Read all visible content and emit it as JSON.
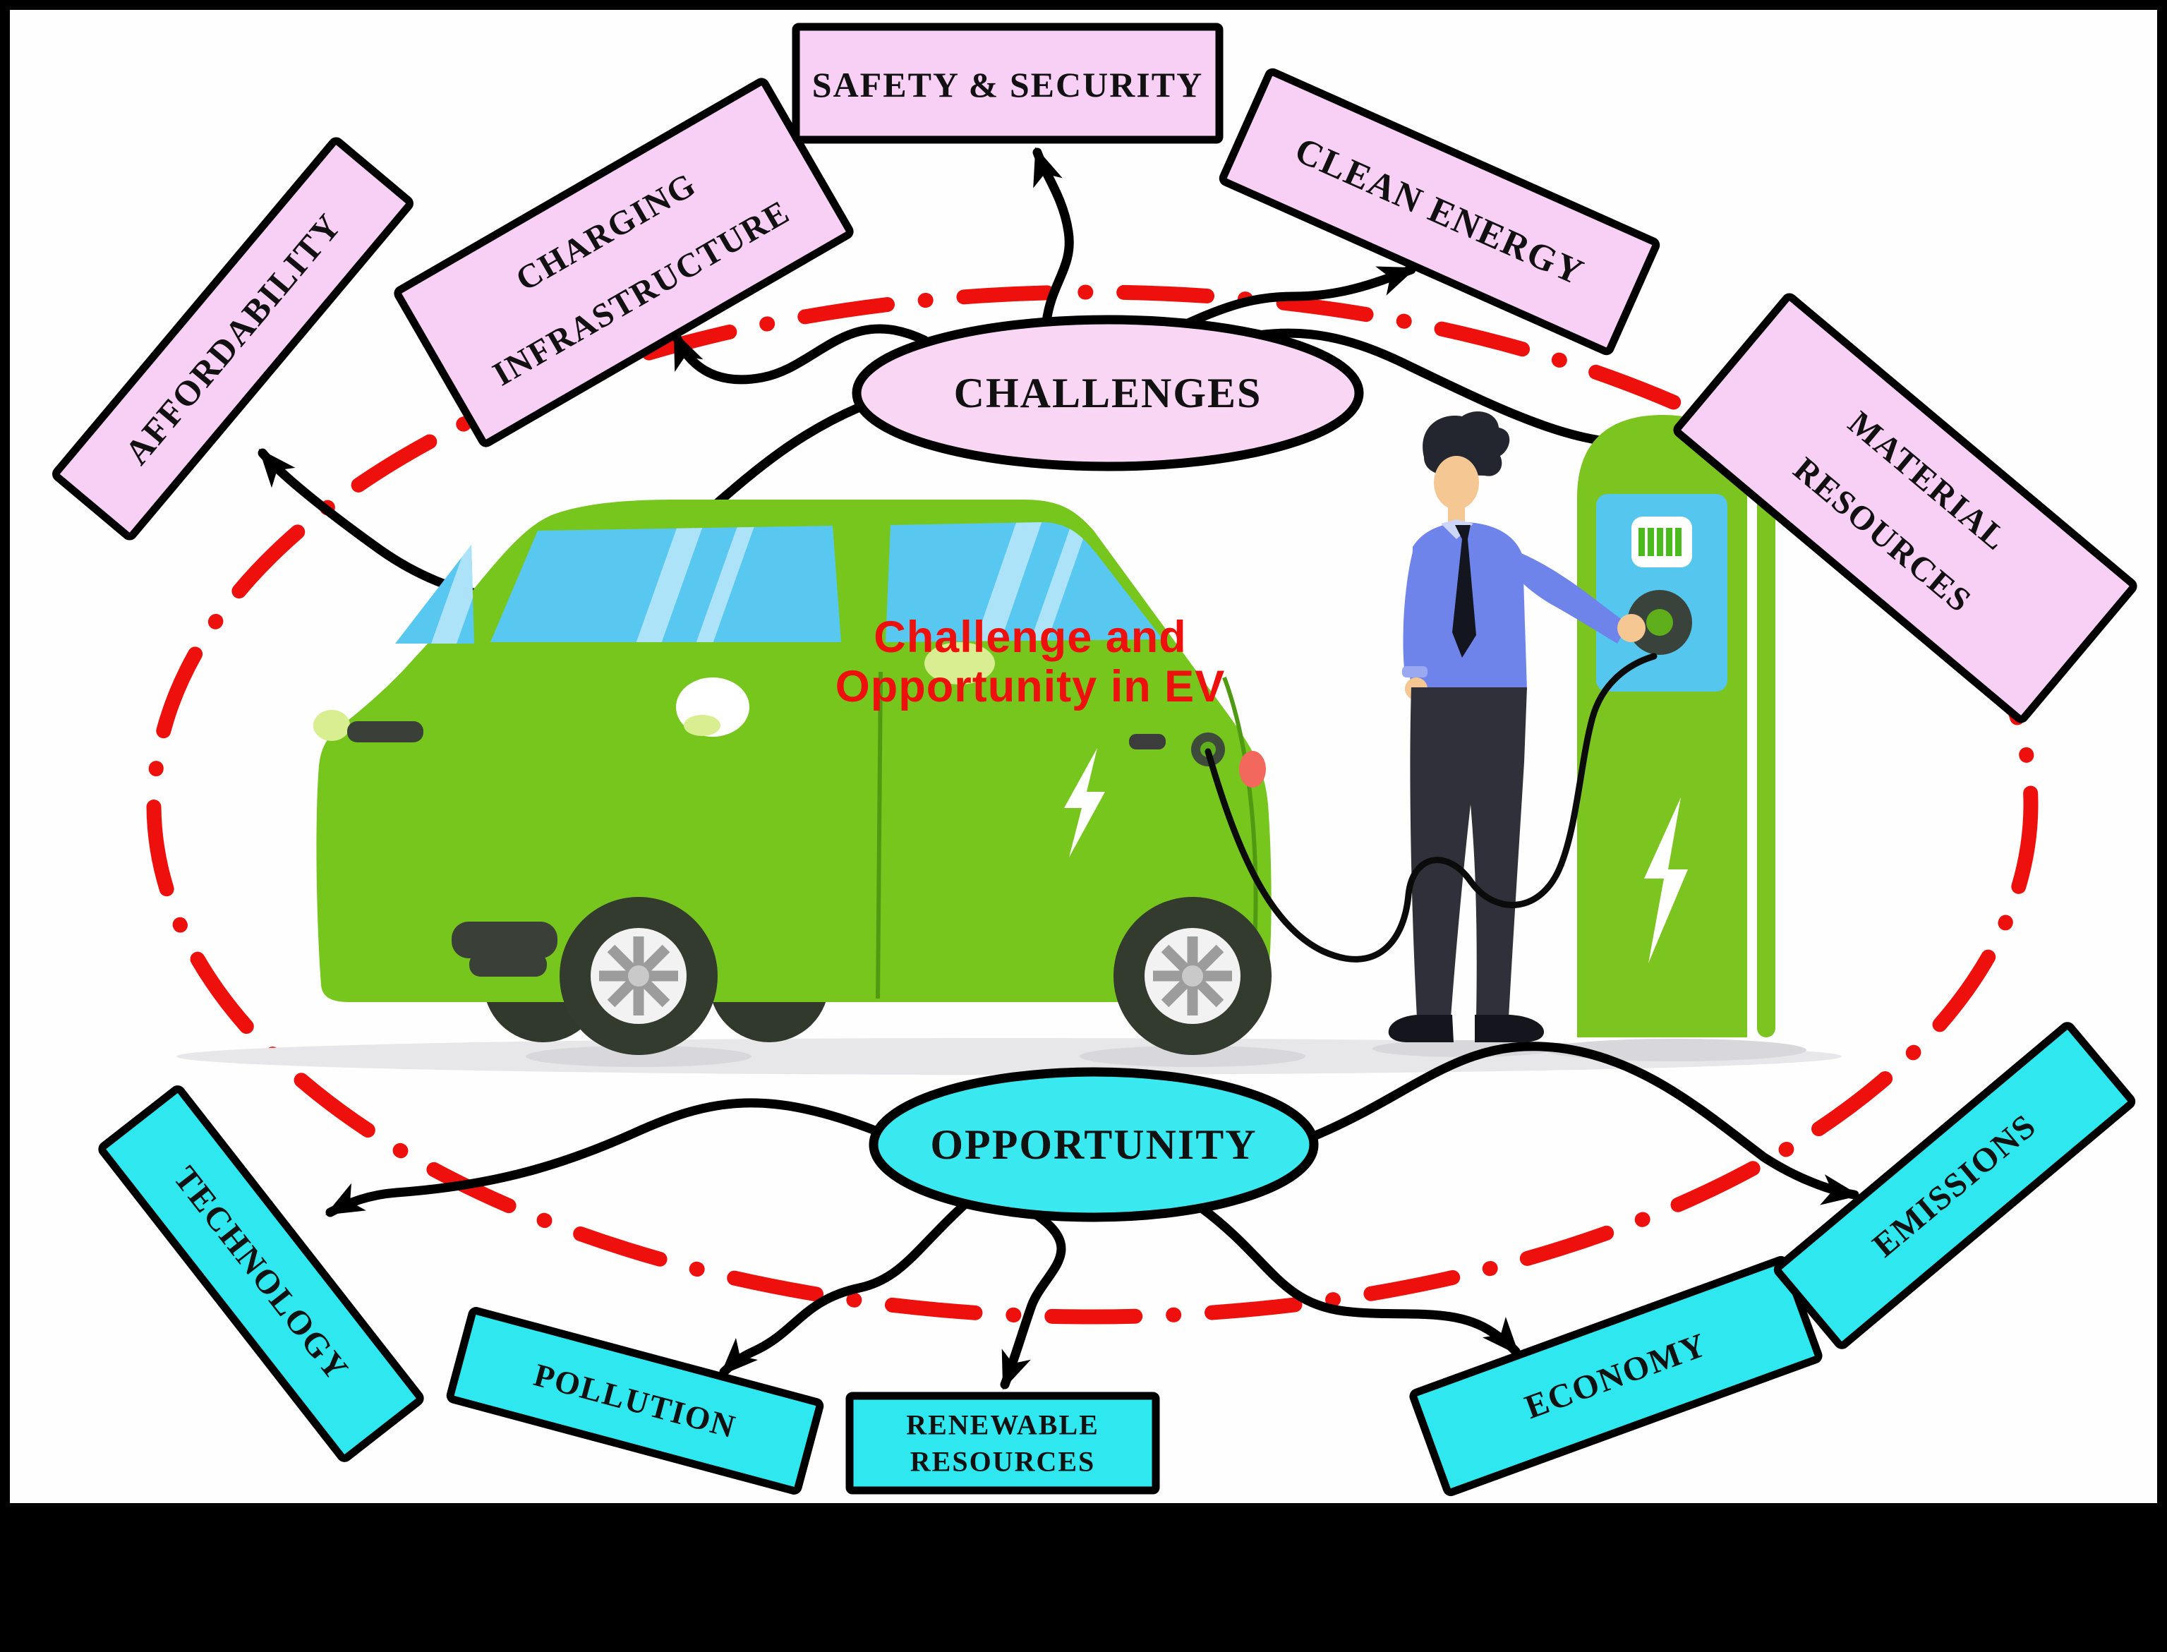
{
  "title": {
    "line1": "Challenge and",
    "line2": "Opportunity in EV"
  },
  "hubs": {
    "challenges": {
      "label": "CHALLENGES"
    },
    "opportunity": {
      "label": "OPPORTUNITY"
    }
  },
  "challenge_factors": {
    "affordability": {
      "label": "AFFORDABILITY"
    },
    "charging_infrastructure": {
      "line1": "CHARGING",
      "line2": "INFRASTRUCTURE"
    },
    "safety_security": {
      "label": "SAFETY & SECURITY"
    },
    "clean_energy": {
      "label": "CLEAN ENERGY"
    },
    "material_resources": {
      "line1": "MATERIAL",
      "line2": "RESOURCES"
    }
  },
  "opportunity_factors": {
    "technology": {
      "label": "TECHNOLOGY"
    },
    "pollution": {
      "label": "POLLUTION"
    },
    "renewable_resources": {
      "line1": "RENEWABLE",
      "line2": "RESOURCES"
    },
    "economy": {
      "label": "ECONOMY"
    },
    "emissions": {
      "label": "EMISSIONS"
    }
  },
  "colors": {
    "challenge_box": "#f8d0f5",
    "challenge_hub": "#f8d6f4",
    "opportunity_box": "#2fe8ef",
    "opportunity_hub": "#3ae9f0",
    "red_accent": "#ee100c",
    "car_green": "#77c61e",
    "outline_black": "#000000"
  }
}
